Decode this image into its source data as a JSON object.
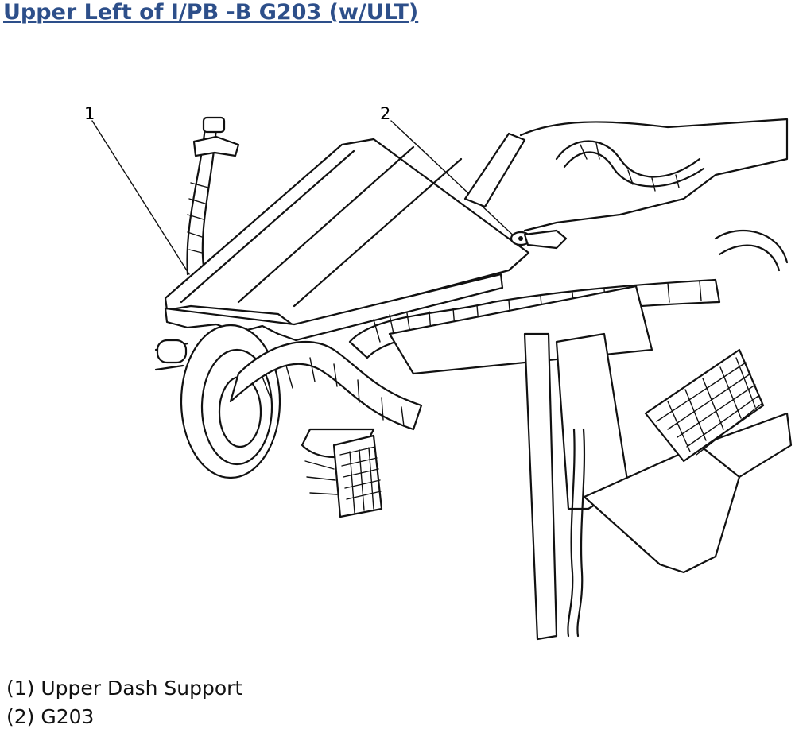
{
  "title": "Upper Left of I/PB -B G203 (w/ULT)",
  "callouts": [
    {
      "number": "1"
    },
    {
      "number": "2"
    }
  ],
  "legend": [
    {
      "text": "(1) Upper Dash Support"
    },
    {
      "text": "(2) G203"
    }
  ],
  "colors": {
    "title": "#2d4f8a",
    "line_art": "#111111",
    "background": "#ffffff"
  }
}
